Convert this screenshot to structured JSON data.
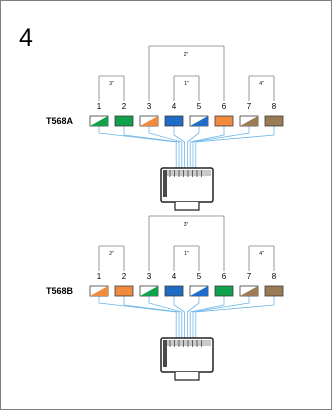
{
  "step_number": "4",
  "colors": {
    "green": "#12a14b",
    "orange": "#f28a3d",
    "blue": "#1f6cc6",
    "brown": "#9b7b53",
    "line_blue": "#6fb7e8",
    "border": "#7f7f7f",
    "text": "#000000"
  },
  "diagrams": [
    {
      "standard": "T568A",
      "pair_labels": [
        "3\"",
        "2\"",
        "1\"",
        "4\""
      ],
      "pins": [
        {
          "label": "1",
          "color": "green",
          "striped": true
        },
        {
          "label": "2",
          "color": "green",
          "striped": false
        },
        {
          "label": "3",
          "color": "orange",
          "striped": true
        },
        {
          "label": "4",
          "color": "blue",
          "striped": false
        },
        {
          "label": "5",
          "color": "blue",
          "striped": true
        },
        {
          "label": "6",
          "color": "orange",
          "striped": false
        },
        {
          "label": "7",
          "color": "brown",
          "striped": true
        },
        {
          "label": "8",
          "color": "brown",
          "striped": false
        }
      ]
    },
    {
      "standard": "T568B",
      "pair_labels": [
        "2\"",
        "3\"",
        "1\"",
        "4\""
      ],
      "pins": [
        {
          "label": "1",
          "color": "orange",
          "striped": true
        },
        {
          "label": "2",
          "color": "orange",
          "striped": false
        },
        {
          "label": "3",
          "color": "green",
          "striped": true
        },
        {
          "label": "4",
          "color": "blue",
          "striped": false
        },
        {
          "label": "5",
          "color": "blue",
          "striped": true
        },
        {
          "label": "6",
          "color": "green",
          "striped": false
        },
        {
          "label": "7",
          "color": "brown",
          "striped": true
        },
        {
          "label": "8",
          "color": "brown",
          "striped": false
        }
      ]
    }
  ]
}
